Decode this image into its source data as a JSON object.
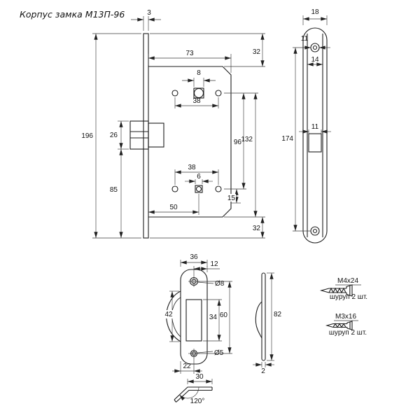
{
  "title": "Корпус замка М13П-96",
  "main_view": {
    "dim_3": "3",
    "dim_73": "73",
    "dim_8": "8",
    "dim_38_top": "38",
    "dim_196": "196",
    "dim_26": "26",
    "dim_85": "85",
    "dim_96": "96",
    "dim_132": "132",
    "dim_32_top": "32",
    "dim_32_bottom": "32",
    "dim_38_bottom": "38",
    "dim_6": "6",
    "dim_15": "15",
    "dim_50": "50"
  },
  "faceplate_view": {
    "dim_18": "18",
    "dim_11_hole": "11",
    "dim_14": "14",
    "dim_174": "174",
    "dim_11_latch": "11"
  },
  "strike_plate_view": {
    "dim_36": "36",
    "dim_12": "12",
    "dim_d8": "Ø8",
    "dim_42": "42",
    "dim_34": "34",
    "dim_60": "60",
    "dim_d5": "Ø5",
    "dim_22": "22",
    "dim_30": "30",
    "angle_120": "120°"
  },
  "strike_side_view": {
    "dim_82": "82",
    "dim_2": "2"
  },
  "screws": {
    "screw1_label": "М4х24",
    "screw1_qty": "шуруп 2 шт.",
    "screw2_label": "М3х16",
    "screw2_qty": "шуруп 2 шт."
  }
}
